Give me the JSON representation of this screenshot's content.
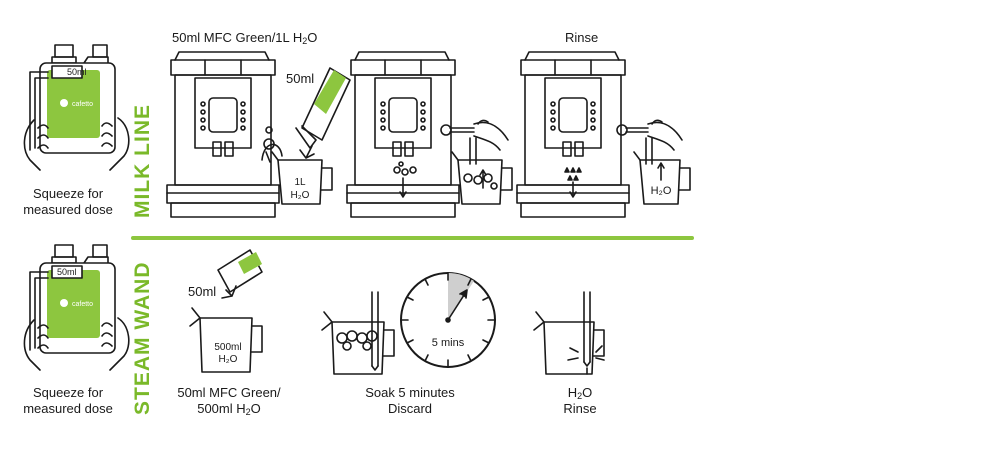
{
  "colors": {
    "accent": "#8dc63f",
    "section_label": "#7ab929",
    "line": "#1a1a1a",
    "bottle_label": "#8dc63f"
  },
  "milk_line": {
    "section_label": "MILK LINE",
    "bottle_caption_1": "Squeeze for",
    "bottle_caption_2": "measured dose",
    "bottle_dose": "50ml",
    "bottle_brand": "cafetto",
    "step1_title": "50ml MFC Green/1L H₂O",
    "step1_dose": "50ml",
    "step1_jug_1": "1L",
    "step1_jug_2": "H₂O",
    "step3_title": "Rinse",
    "step3_jug": "H₂O"
  },
  "steam_wand": {
    "section_label": "STEAM WAND",
    "bottle_caption_1": "Squeeze for",
    "bottle_caption_2": "measured dose",
    "bottle_dose": "50ml",
    "bottle_brand": "cafetto",
    "step1_dose": "50ml",
    "step1_jug_1": "500ml",
    "step1_jug_2": "H₂O",
    "step1_caption_1": "50ml MFC Green/",
    "step1_caption_2": "500ml H₂O",
    "step2_caption_1": "Soak 5 minutes",
    "step2_caption_2": "Discard",
    "step2_timer": "5 mins",
    "step3_caption_1": "H₂O",
    "step3_caption_2": "Rinse"
  },
  "icons": [
    "squeeze-bottle-icon",
    "coffee-machine-icon",
    "pouring-pouch-icon",
    "milk-jug-icon",
    "hand-icon",
    "timer-icon",
    "steam-wand-icon"
  ]
}
